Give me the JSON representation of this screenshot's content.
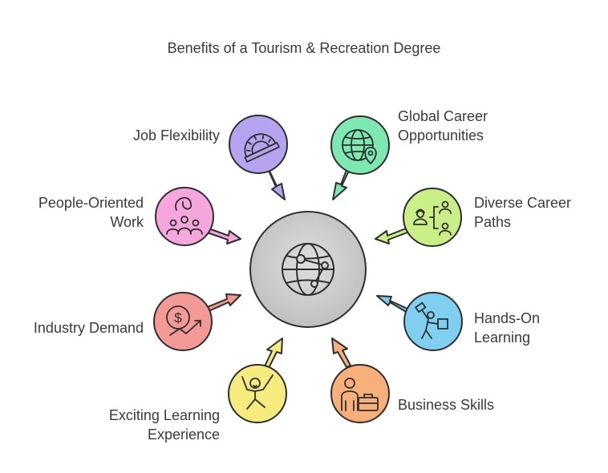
{
  "title": "Benefits of a Tourism & Recreation Degree",
  "hub": {
    "icon": "globe-network-icon",
    "color": "#cfcfcf"
  },
  "items": [
    {
      "label": "Job Flexibility",
      "icon": "protractor-icon",
      "color": "#b6a3ef"
    },
    {
      "label": "Global Career\nOpportunities",
      "icon": "globe-location-icon",
      "color": "#7ee8b2"
    },
    {
      "label": "People-Oriented\nWork",
      "icon": "people-group-icon",
      "color": "#f5a6dd"
    },
    {
      "label": "Diverse Career\nPaths",
      "icon": "org-chart-icon",
      "color": "#c9ef86"
    },
    {
      "label": "Industry Demand",
      "icon": "dollar-growth-icon",
      "color": "#f39a96"
    },
    {
      "label": "Hands-On\nLearning",
      "icon": "hands-on-icon",
      "color": "#7fd0f0"
    },
    {
      "label": "Exciting Learning\nExperience",
      "icon": "excited-person-icon",
      "color": "#f6ec7e"
    },
    {
      "label": "Business Skills",
      "icon": "briefcase-person-icon",
      "color": "#f8b07b"
    }
  ]
}
